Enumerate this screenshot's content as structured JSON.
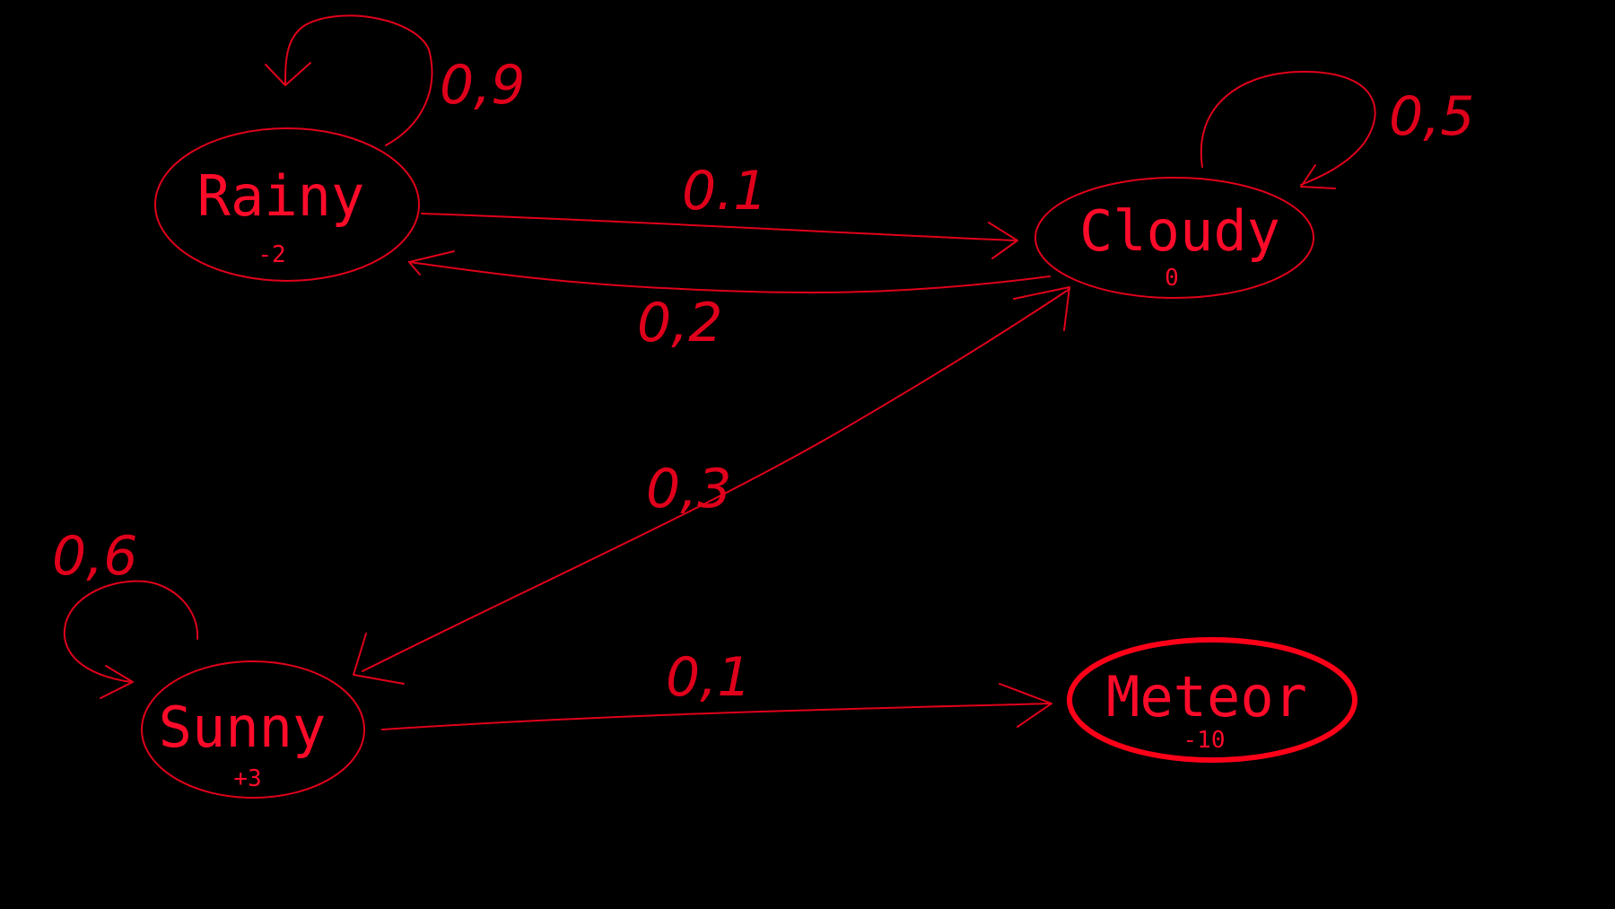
{
  "colors": {
    "background": "#000000",
    "ink": "#e0001b",
    "state_text": "#ff0b2a",
    "terminal_outline": "#ff0019"
  },
  "states": {
    "rainy": {
      "name": "Rainy",
      "reward": "-2"
    },
    "cloudy": {
      "name": "Cloudy",
      "reward": "0"
    },
    "sunny": {
      "name": "Sunny",
      "reward": "+3"
    },
    "meteor": {
      "name": "Meteor",
      "reward": "-10",
      "terminal": true
    }
  },
  "transitions": {
    "rainy_rainy": {
      "from": "Rainy",
      "to": "Rainy",
      "label": "0,9"
    },
    "rainy_cloudy": {
      "from": "Rainy",
      "to": "Cloudy",
      "label": "0.1"
    },
    "cloudy_rainy": {
      "from": "Cloudy",
      "to": "Rainy",
      "label": "0,2"
    },
    "cloudy_cloudy": {
      "from": "Cloudy",
      "to": "Cloudy",
      "label": "0,5"
    },
    "sunny_cloudy": {
      "from": "Sunny",
      "to": "Cloudy",
      "label": "0,3"
    },
    "sunny_sunny": {
      "from": "Sunny",
      "to": "Sunny",
      "label": "0,6"
    },
    "sunny_meteor": {
      "from": "Sunny",
      "to": "Meteor",
      "label": "0,1"
    }
  }
}
